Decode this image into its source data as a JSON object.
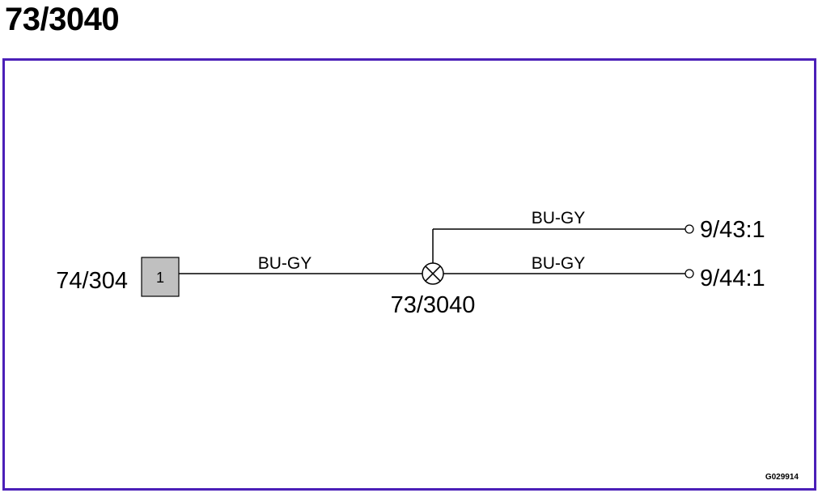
{
  "title": "73/3040",
  "diagram": {
    "connector": {
      "label": "74/304",
      "pin": "1",
      "fill_color": "#c0c0c0"
    },
    "splice": {
      "label": "73/3040"
    },
    "wires": [
      {
        "color_code": "BU-GY"
      },
      {
        "color_code": "BU-GY"
      },
      {
        "color_code": "BU-GY"
      }
    ],
    "terminals": [
      {
        "label": "9/43:1"
      },
      {
        "label": "9/44:1"
      }
    ],
    "reference": "G029914"
  },
  "colors": {
    "frame": "#4b1fb8",
    "line": "#000000"
  },
  "icons": {
    "splice": "circle-x-icon",
    "terminal": "open-circle-icon"
  }
}
